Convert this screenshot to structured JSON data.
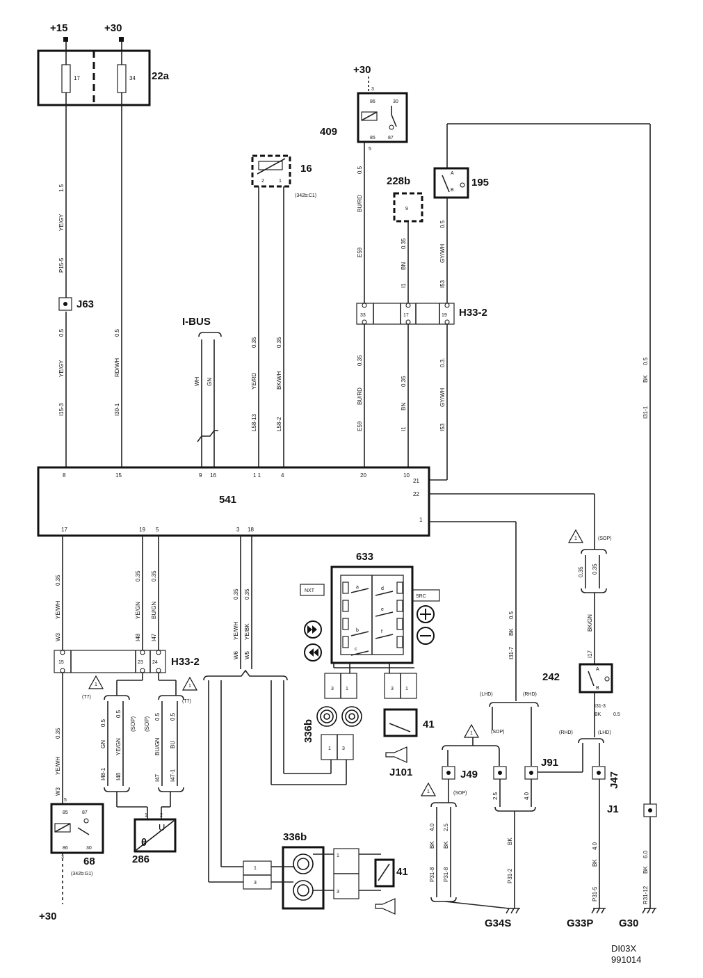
{
  "supply": {
    "p15": "+15",
    "p30_top": "+30",
    "p30_409": "+30",
    "p30_bottom": "+30"
  },
  "fuse_box": {
    "id": "22a",
    "fuse_a": "17",
    "fuse_b": "34"
  },
  "wires": {
    "w_ye_gy_top": {
      "size": "1.5",
      "color": "YE/GY",
      "code": "P15-5"
    },
    "w_ye_gy_bot": {
      "size": "0.5",
      "color": "YE/GY",
      "code": "I15-3"
    },
    "w_rd_wh": {
      "size": "0.5",
      "color": "RD/WH",
      "code": "I30-1"
    },
    "w_wh": "WH",
    "w_gn": "GN",
    "w_ye_rd": {
      "size": "0.35",
      "color": "YE/RD",
      "code": "L58-13"
    },
    "w_bk_wh": {
      "size": "0.35",
      "color": "BK/WH",
      "code": "L58-2"
    },
    "w_bu_rd_top": {
      "size": "0.5",
      "color": "BU/RD",
      "code": "E59"
    },
    "w_bn_top": {
      "size": "0.35",
      "color": "BN",
      "code": "I1"
    },
    "w_gy_wh_top": {
      "size": "0.5",
      "color": "GY/WH",
      "code": "I53"
    },
    "w_bu_rd_bot": {
      "size": "0.35",
      "color": "BU/RD",
      "code": "E59"
    },
    "w_bn_bot": {
      "size": "0.35",
      "color": "BN",
      "code": "I1"
    },
    "w_gy_wh_bot": {
      "size": "0.3.",
      "color": "GY/WH",
      "code": "I53"
    },
    "w_bk_g30": {
      "size": "0.5",
      "color": "BK",
      "code": "I31-1"
    },
    "w_ye_wh_a": {
      "size": "0.35",
      "color": "YE/WH",
      "code": "W3"
    },
    "w_ye_gn": {
      "size": "0.35",
      "color": "YE/GN",
      "code": "I48"
    },
    "w_bu_gn": {
      "size": "0.35",
      "color": "BU/GN",
      "code": "I47"
    },
    "w_ye_wh_b": {
      "size": "0.35",
      "color": "YE/WH",
      "code": "W6"
    },
    "w_ye_bk": {
      "size": "0.35",
      "color": "YE/BK",
      "code": "W5"
    },
    "w_bk_131": {
      "size": "0.5",
      "color": "BK",
      "code": "I31-7"
    },
    "w_bk_gn": {
      "size": "0.35",
      "color": "BK/GN",
      "code": "I17"
    },
    "w_ye_wh_c": {
      "size": "0.35",
      "color": "YE/WH",
      "code": "W3"
    },
    "w_gn_1": {
      "size": "0.5",
      "color": "GN",
      "code": "I48-1"
    },
    "w_ye_gn_1": {
      "size": "0.5",
      "color": "YE/GN",
      "code": "I48"
    },
    "w_bu_gn_1": {
      "size": "0.5",
      "color": "BU/GN",
      "code": "I47"
    },
    "w_bu_1": {
      "size": "0.5",
      "color": "BU",
      "code": "I47-1"
    },
    "w_p31_8a": {
      "size": "4.0",
      "color": "BK",
      "code": "P31-8"
    },
    "w_p31_8b": {
      "size": "2.5",
      "color": "BK",
      "code": "P31-8"
    },
    "w_p31_2": {
      "size": "BK",
      "code": "P31-2"
    },
    "w_p31_5": {
      "size": "4.0",
      "color": "BK",
      "code": "P31-5"
    },
    "w_r31_12": {
      "size": "6.0",
      "color": "BK",
      "code": "R31-12"
    },
    "w_25": "2.5",
    "w_40": "4.0",
    "w_i31_3": {
      "code": "I31-3",
      "color": "BK",
      "size": "0.5"
    }
  },
  "components": {
    "c541": "541",
    "c409": "409",
    "c16": "16",
    "c16_ref": "(342b:C1)",
    "c228b": "228b",
    "c195": "195",
    "c633": "633",
    "c242": "242",
    "c68": "68",
    "c68_ref": "(342b:G1)",
    "c286": "286",
    "c336b_a": "336b",
    "c336b_b": "336b",
    "c41_a": "41",
    "c41_b": "41",
    "ibus": "I-BUS",
    "nxt": "NXT",
    "src": "SRC"
  },
  "connectors": {
    "h33_top": "H33-2",
    "h33_bot": "H33-2",
    "j63": "J63",
    "j49": "J49",
    "j91": "J91",
    "j47": "J47",
    "j1": "J1",
    "j101": "J101"
  },
  "grounds": {
    "g34s": "G34S",
    "g33p": "G33P",
    "g30": "G30"
  },
  "notes": {
    "t7a": "(T7)",
    "t7b": "(T7)",
    "sop1": "(SOP)",
    "sop2": "(SOP)",
    "sop3": "(SOP)",
    "sop4": "(SOP)",
    "lhd1": "(LHD)",
    "rhd1": "(RHD)",
    "rhd2": "(RHD)",
    "lhd2": "(LHD)"
  },
  "footer": {
    "code": "DI03X",
    "date": "991014"
  },
  "pins": {
    "p8": "8",
    "p15": "15",
    "p9": "9",
    "p16": "16",
    "p11": "1 1",
    "p4": "4",
    "p20": "20",
    "p10": "10",
    "p21": "21",
    "p22": "22",
    "p1": "1",
    "p17": "17",
    "p19": "19",
    "p5": "5",
    "p3": "3",
    "p18": "18",
    "h33": [
      "33",
      "17",
      "19"
    ],
    "h33b": [
      "15",
      "23",
      "24"
    ]
  }
}
